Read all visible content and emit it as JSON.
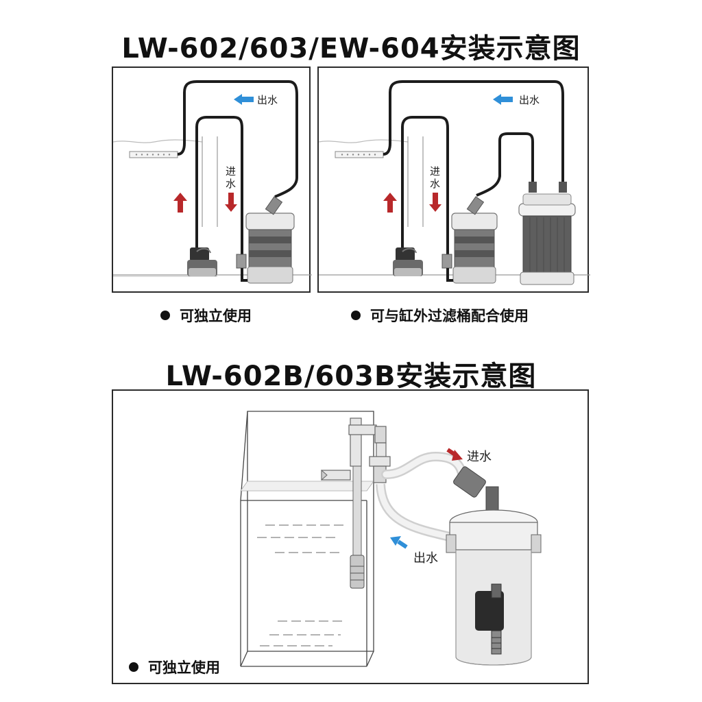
{
  "titles": {
    "top": "LW-602/603/EW-604安装示意图",
    "bottom": "LW-602B/603B安装示意图"
  },
  "panels": {
    "standalone": {
      "outflow_label": "出水",
      "inflow_label_1": "进",
      "inflow_label_2": "水"
    },
    "combined": {
      "outflow_label": "出水",
      "inflow_label_1": "进",
      "inflow_label_2": "水"
    },
    "bottom": {
      "inflow_label": "进水",
      "outflow_label": "出水"
    }
  },
  "captions": {
    "standalone": "可独立使用",
    "combined": "可与缸外过滤桶配合使用",
    "bottom_standalone": "可独立使用"
  },
  "colors": {
    "outflow_arrow": "#2f8fd8",
    "inflow_arrow": "#b8282a",
    "hose": "#1c1c1c",
    "frame": "#2a2a2a"
  }
}
